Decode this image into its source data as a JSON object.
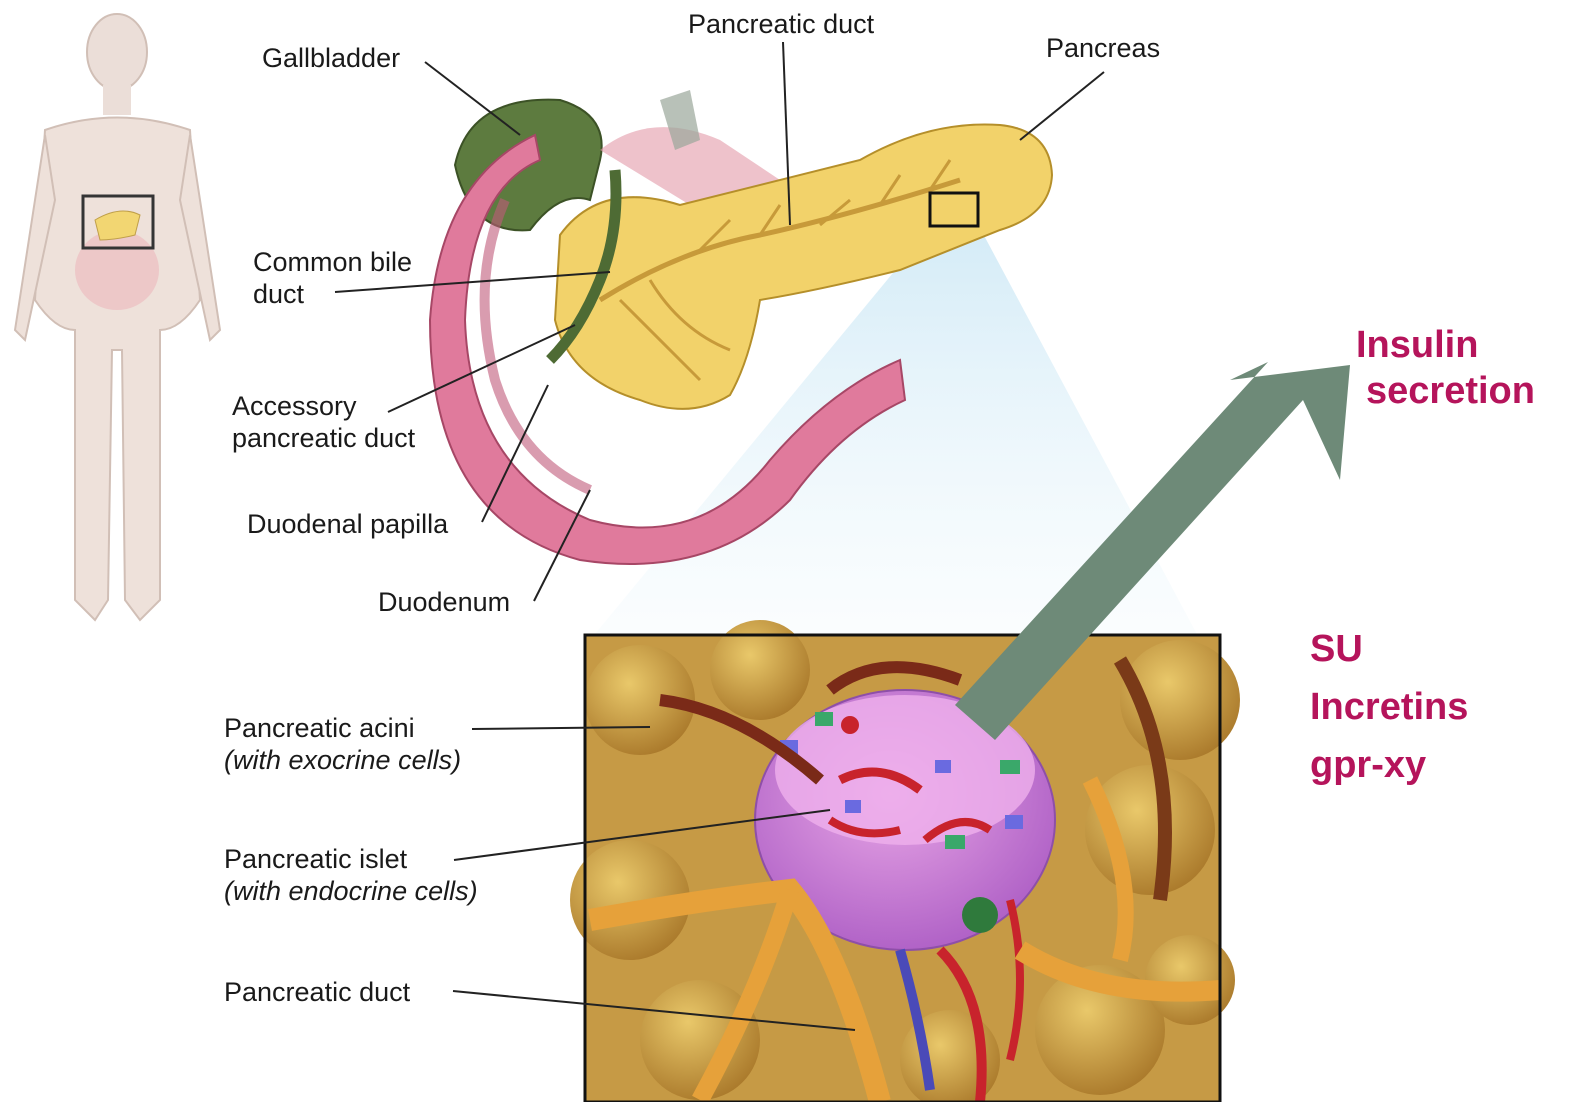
{
  "labels": {
    "gallbladder": "Gallbladder",
    "pancreatic_duct_top": "Pancreatic duct",
    "pancreas": "Pancreas",
    "common_bile_duct_1": "Common bile",
    "common_bile_duct_2": "duct",
    "accessory_duct_1": "Accessory",
    "accessory_duct_2": "pancreatic duct",
    "duodenal_papilla": "Duodenal papilla",
    "duodenum": "Duodenum",
    "acini_1": "Pancreatic acini",
    "acini_2": "(with exocrine cells)",
    "islet_1": "Pancreatic islet",
    "islet_2": "(with endocrine cells)",
    "pancreatic_duct_bottom": "Pancreatic duct"
  },
  "effect": {
    "line1": "Insulin",
    "line2": "secretion",
    "color": "#b5145b"
  },
  "stimuli": {
    "items": [
      "SU",
      "Incretins",
      "gpr-xy"
    ],
    "color": "#b5145b"
  },
  "arrow": {
    "color": "#6e8a78",
    "direction": "up-right"
  },
  "colors": {
    "pancreas": "#f2d26a",
    "gallbladder": "#5b7a3e",
    "duodenum": "#e07a9c",
    "islet": "#d98ad8",
    "vessel": "#c8232c",
    "tissue": "#d6a63a"
  }
}
